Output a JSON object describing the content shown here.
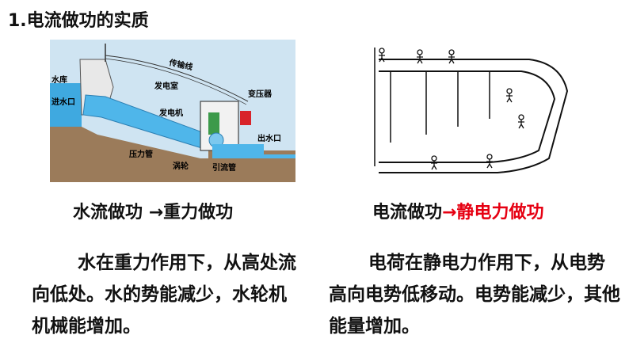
{
  "heading": "1.电流做功的实质",
  "left_figure": {
    "labels": {
      "transmission_line": "传输线",
      "reservoir": "水库",
      "water_inlet": "进水口",
      "power_room": "发电室",
      "generator": "发电机",
      "transformer": "变压器",
      "penstock": "压力管",
      "turbine": "涡轮",
      "tailrace": "引流管",
      "water_outlet": "出水口"
    }
  },
  "captions": {
    "left_text": "水流做功",
    "left_arrow": "→",
    "left_result": "重力做功",
    "right_text": "电流做功",
    "right_arrow": "→",
    "right_result": "静电力做功"
  },
  "paragraphs": {
    "left": "水在重力作用下，从高处流向低处。水的势能减少，水轮机机械能增加。",
    "right": "电荷在静电力作用下，从电势高向电势低移动。电势能减少，其他能量增加。"
  },
  "colors": {
    "accent_red": "#e60012",
    "water_blue": "#3fa9e0",
    "earth_brown": "#9b7b5a"
  }
}
